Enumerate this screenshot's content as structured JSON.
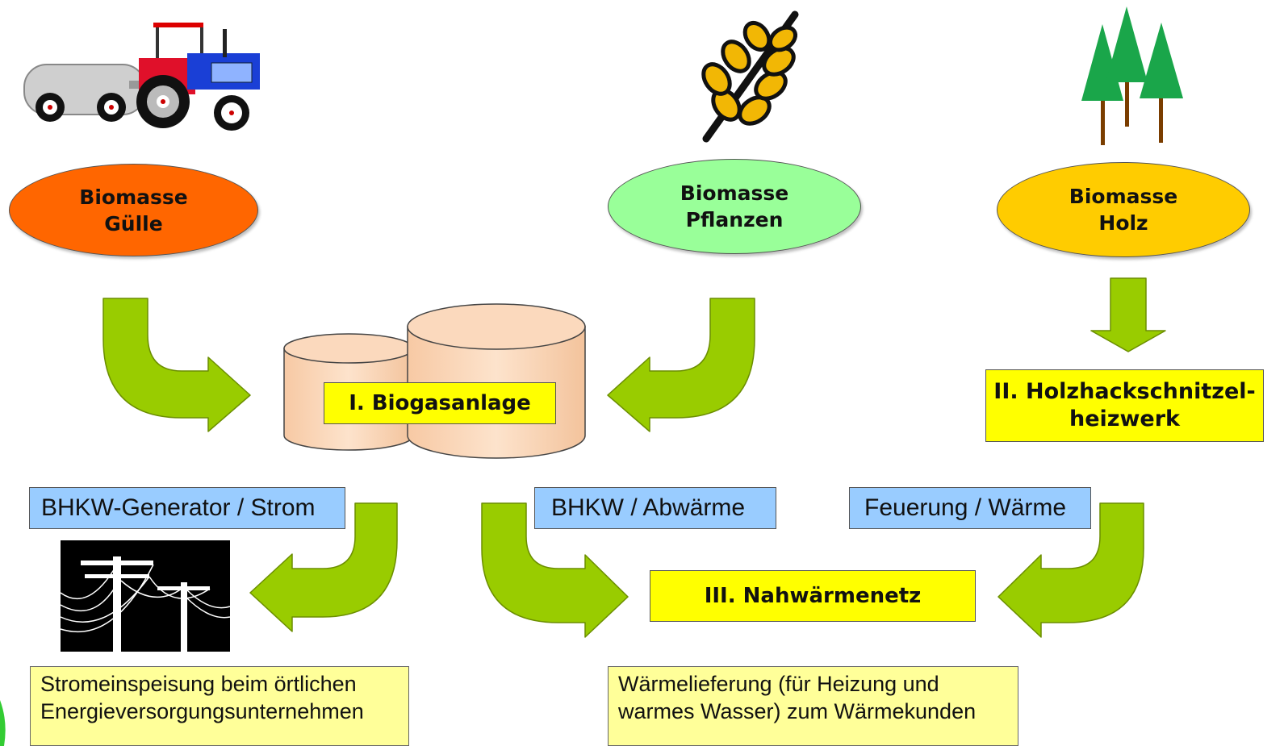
{
  "sources": {
    "guelle": {
      "line1": "Biomasse",
      "line2": "Gülle",
      "color": "#ff6600"
    },
    "pflanzen": {
      "line1": "Biomasse",
      "line2": "Pflanzen",
      "color": "#99ff99"
    },
    "holz": {
      "line1": "Biomasse",
      "line2": "Holz",
      "color": "#ffcc00"
    }
  },
  "plants": {
    "biogas": "I. Biogasanlage",
    "holzhack_line1": "II. Holzhackschnitzel-",
    "holzhack_line2": "heizwerk",
    "nahwaerme": "III. Nahwärmenetz"
  },
  "flows": {
    "strom": "BHKW-Generator / Strom",
    "abwaerme": "BHKW / Abwärme",
    "feuerung": "Feuerung / Wärme"
  },
  "outputs": {
    "strom_line1": "Stromeinspeisung beim örtlichen",
    "strom_line2": "Energieversorgungsunternehmen",
    "waerme_line1": "Wärmelieferung (für Heizung und",
    "waerme_line2": "warmes Wasser) zum Wärmekunden"
  },
  "colors": {
    "arrow": "#99cc00",
    "yellow_box": "#ffff00",
    "blue_box": "#99ccff",
    "light_yellow_box": "#ffff99",
    "tank": "#fdd5b4"
  },
  "icons": [
    "tractor-icon",
    "wheat-icon",
    "trees-icon",
    "power-lines-icon",
    "biogas-tank-icon"
  ]
}
